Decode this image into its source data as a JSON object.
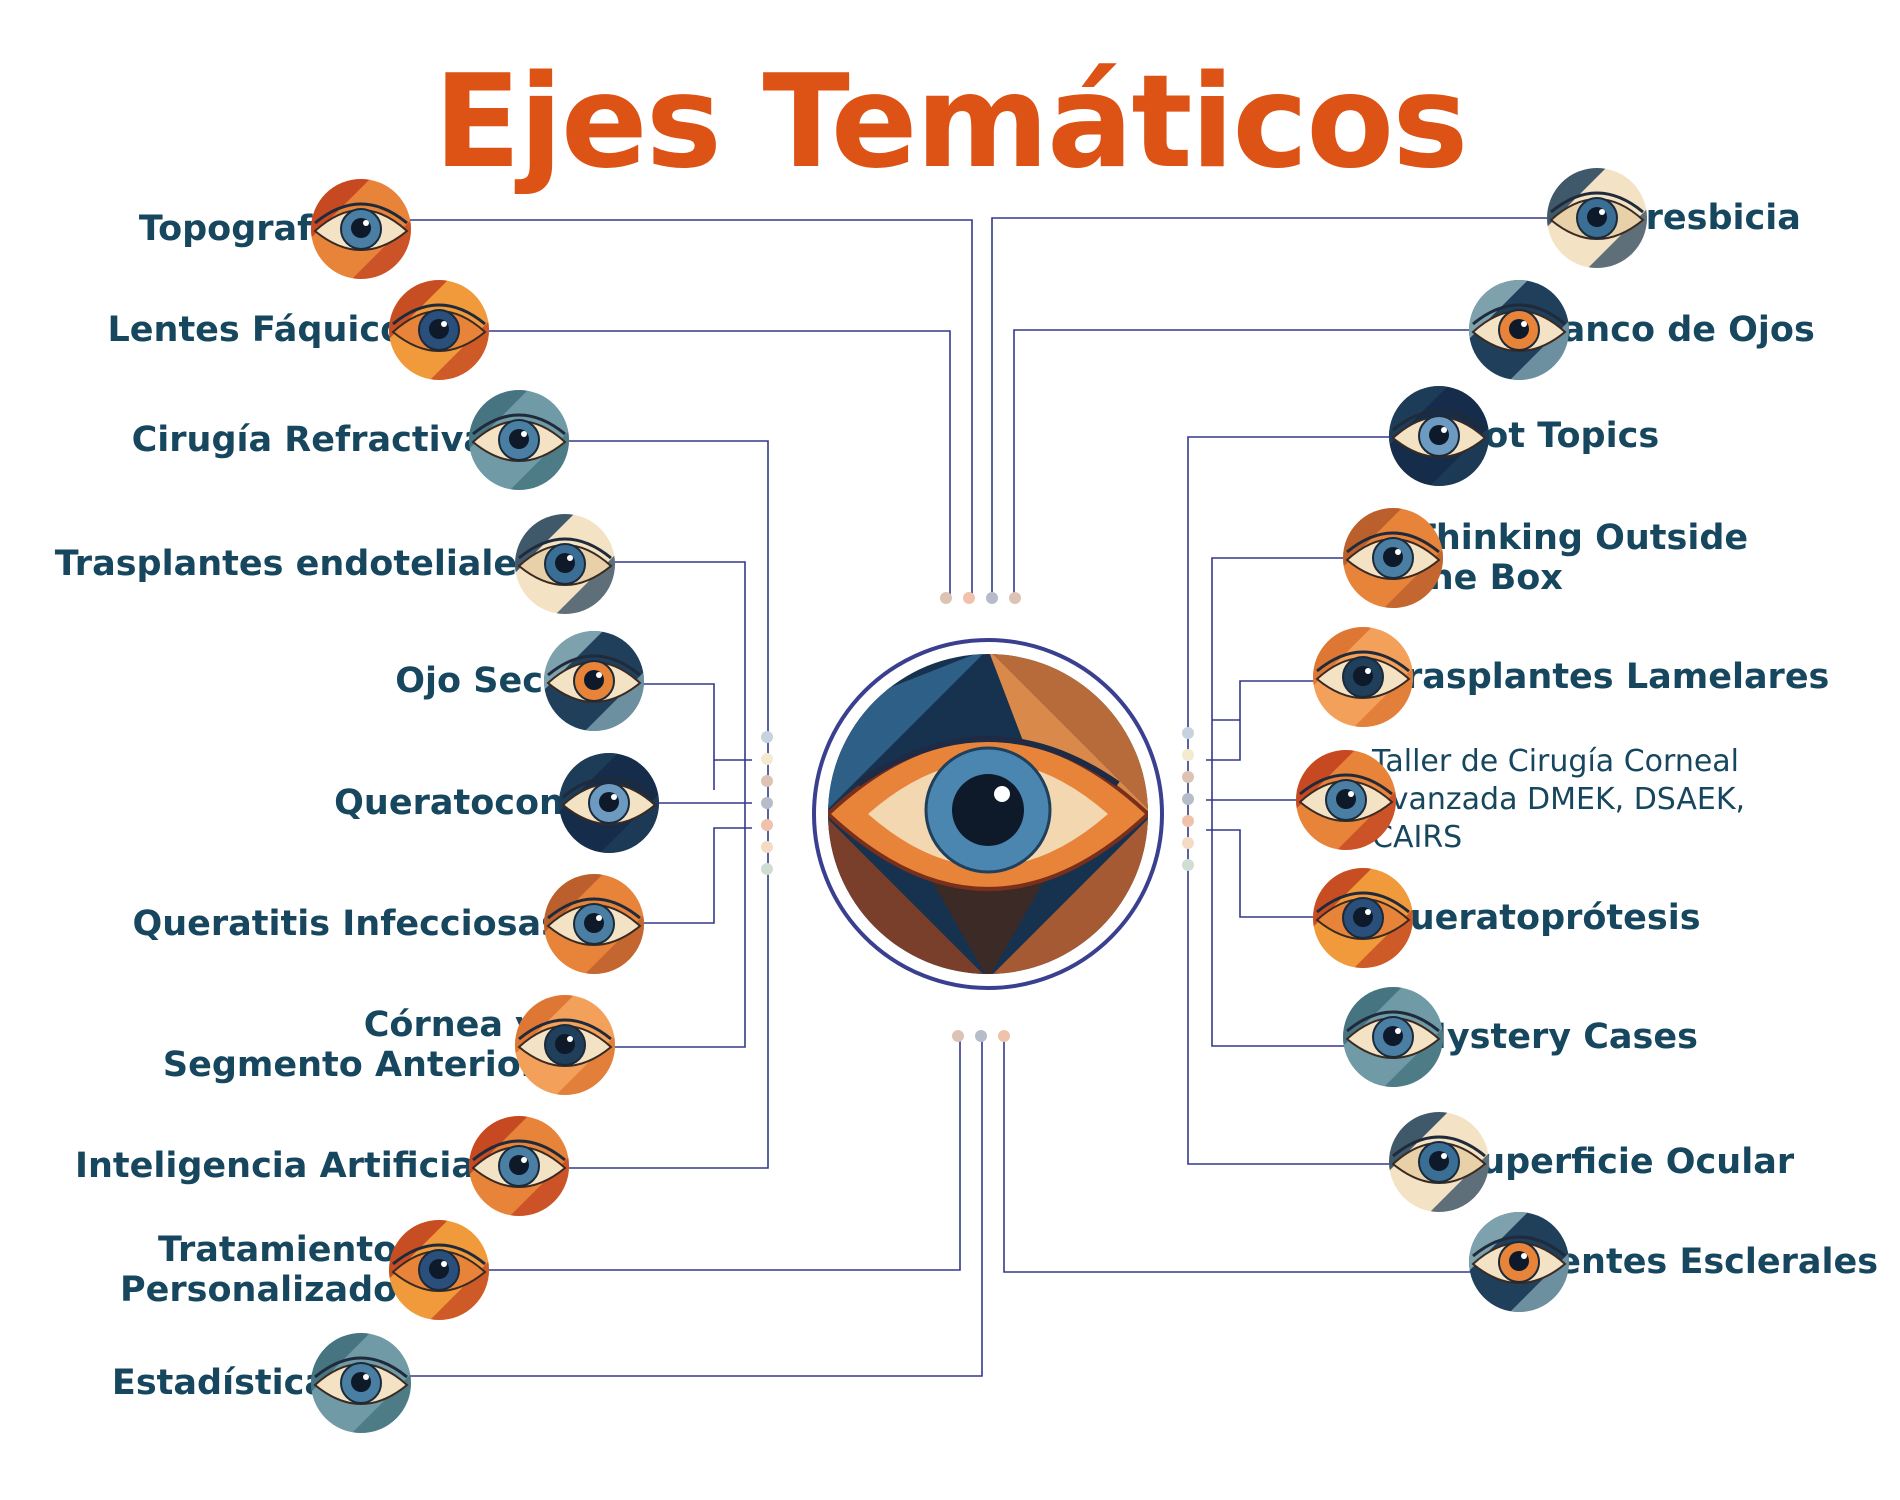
{
  "title": "Ejes Temáticos",
  "colors": {
    "title": "#dd5215",
    "text": "#17475e",
    "line": "#333a8c",
    "orange": "#e8833a",
    "blue": "#4a7fa3",
    "navy": "#152d4a",
    "cream": "#f3e2c4",
    "rust": "#bf3f1f"
  },
  "left_topics": [
    {
      "label": "Topografía"
    },
    {
      "label": "Lentes Fáquicos"
    },
    {
      "label": "Cirugía Refractiva"
    },
    {
      "label": "Trasplantes endoteliales"
    },
    {
      "label": "Ojo Seco"
    },
    {
      "label": "Queratocono"
    },
    {
      "label": "Queratitis Infecciosas"
    },
    {
      "label": "Córnea y",
      "label2": "Segmento Anterior"
    },
    {
      "label": "Inteligencia Artificial"
    },
    {
      "label": "Tratamientos",
      "label2": "Personalizados"
    },
    {
      "label": "Estadística"
    }
  ],
  "right_topics": [
    {
      "label": "Presbicia"
    },
    {
      "label": "Banco de Ojos"
    },
    {
      "label": "Hot Topics"
    },
    {
      "label": "Thinking Outside",
      "label2": "the Box"
    },
    {
      "label": "Trasplantes Lamelares"
    },
    {
      "label": "Taller de Cirugía Corneal",
      "label2": "Avanzada DMEK, DSAEK,",
      "label3": "CAIRS"
    },
    {
      "label": "Queratoprótesis"
    },
    {
      "label": "Mystery Cases"
    },
    {
      "label": "Superficie Ocular"
    },
    {
      "label": "Lentes Esclerales"
    }
  ]
}
